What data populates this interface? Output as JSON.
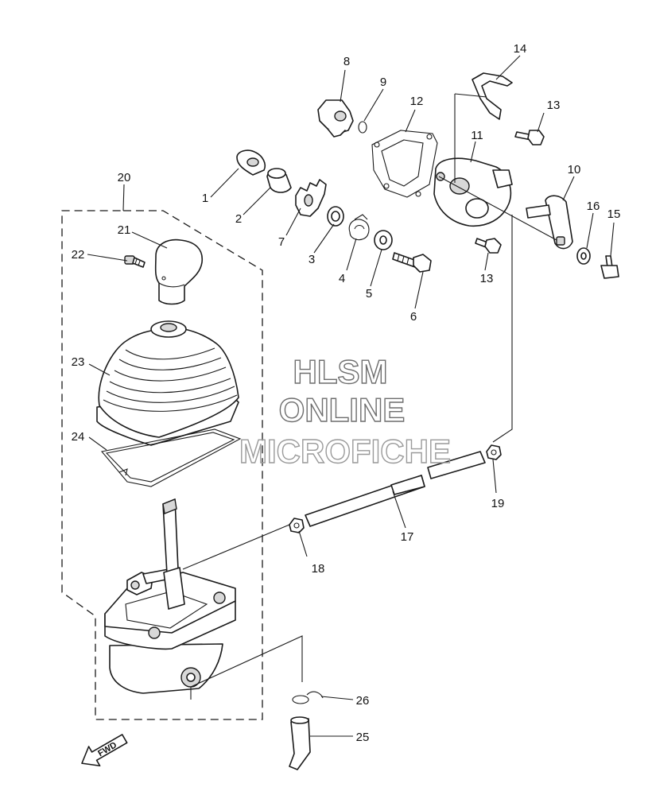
{
  "watermark": {
    "lines": [
      "HLSM",
      "ONLINE",
      "MICROFICHE"
    ],
    "color": "#6e6e6e"
  },
  "direction_marker": {
    "label": "FWD",
    "icon": "arrow-down-left-icon"
  },
  "callouts": [
    "1",
    "2",
    "3",
    "4",
    "5",
    "6",
    "7",
    "8",
    "9",
    "10",
    "11",
    "12",
    "13",
    "13",
    "14",
    "15",
    "16",
    "17",
    "18",
    "19",
    "20",
    "21",
    "22",
    "23",
    "24",
    "25",
    "26"
  ]
}
